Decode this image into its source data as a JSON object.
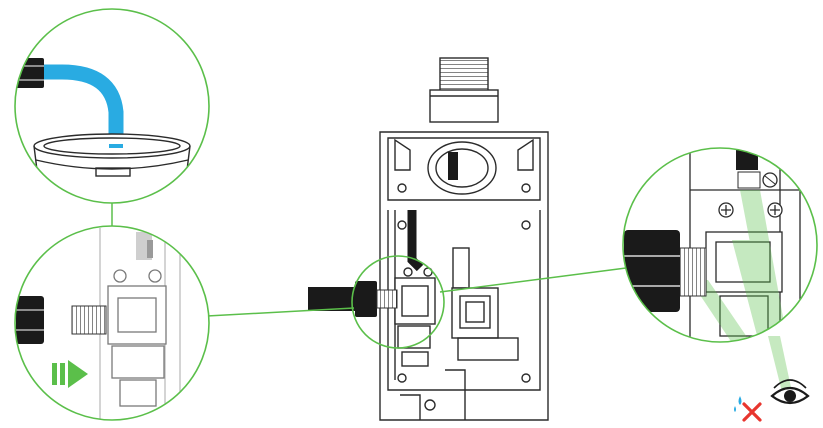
{
  "diagram": {
    "colors": {
      "callout": "#5bbf4a",
      "hose": "#29abe2",
      "arrow": "#5bbf4a",
      "cross": "#e8352e",
      "drip": "#29abe2",
      "line": "#2b2b2b",
      "fitting": "#1a1a1a"
    },
    "callouts": [
      {
        "id": "bucket-flush",
        "icon": "hose-into-bucket"
      },
      {
        "id": "connect-inlet",
        "icon": "inlet-fitting-with-arrow"
      },
      {
        "id": "check-leak",
        "icon": "eye-no-drip"
      }
    ],
    "symbols": {
      "push": "push-arrow-icon",
      "no_leak": "no-drip-icon",
      "inspect": "eye-icon"
    }
  }
}
